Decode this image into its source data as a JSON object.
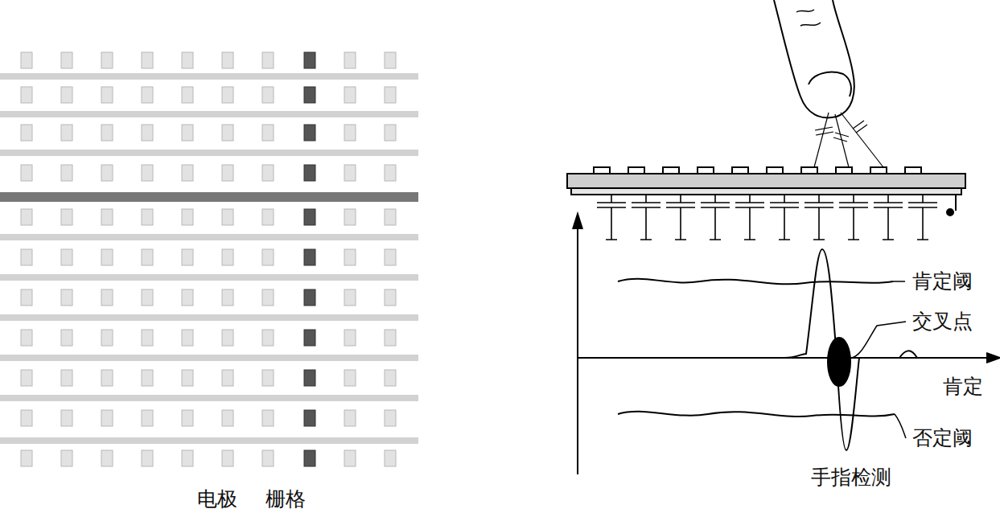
{
  "diagram": {
    "labels": [
      "电极",
      "栅格",
      "肯定阈",
      "交叉点",
      "肯定",
      "否定阈",
      "手指检测"
    ]
  }
}
